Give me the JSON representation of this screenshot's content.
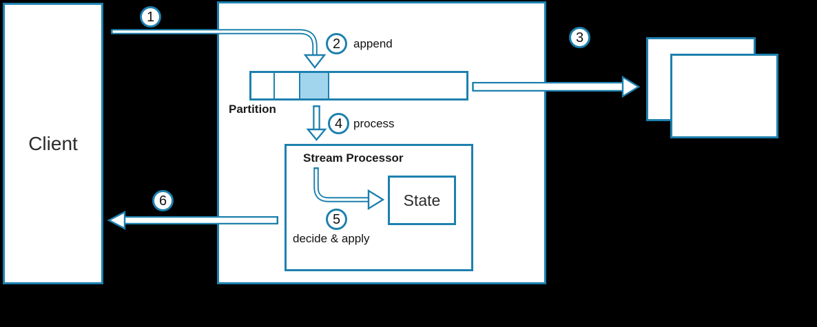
{
  "canvas": {
    "background": "#000000",
    "accent": "#1d80ae",
    "highlight": "#a1d5ee",
    "box_fill": "#ffffff",
    "text": "#1a1a1a"
  },
  "nodes": {
    "client": {
      "label": "Client"
    },
    "partition": {
      "label": "Partition",
      "segment_count": 4,
      "highlighted_segment_index": 3
    },
    "stream_processor": {
      "label": "Stream Processor"
    },
    "state": {
      "label": "State"
    }
  },
  "steps": [
    {
      "number": "1",
      "label": ""
    },
    {
      "number": "2",
      "label": "append"
    },
    {
      "number": "3",
      "label": ""
    },
    {
      "number": "4",
      "label": "process"
    },
    {
      "number": "5",
      "label": "decide & apply"
    },
    {
      "number": "6",
      "label": ""
    }
  ]
}
